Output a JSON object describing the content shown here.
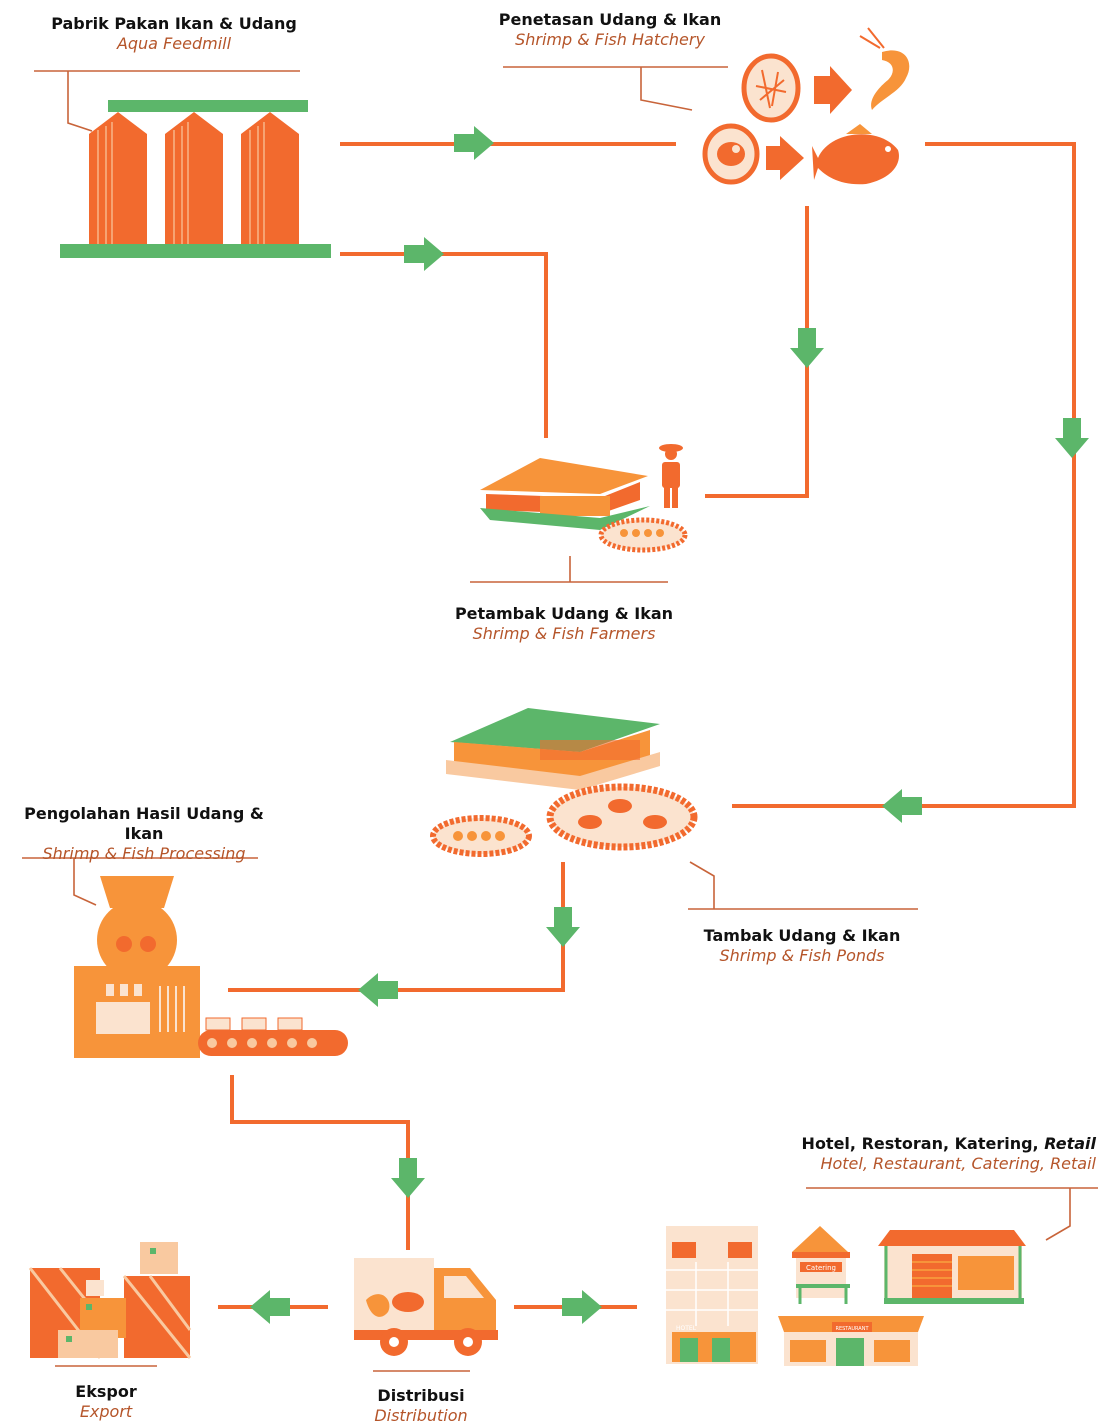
{
  "nodes": {
    "feedmill": {
      "title": "Pabrik Pakan Ikan & Udang",
      "subtitle": "Aqua Feedmill"
    },
    "hatchery": {
      "title": "Penetasan Udang & Ikan",
      "subtitle": "Shrimp & Fish Hatchery"
    },
    "farmers": {
      "title": "Petambak Udang & Ikan",
      "subtitle": "Shrimp & Fish Farmers"
    },
    "ponds": {
      "title": "Tambak Udang & Ikan",
      "subtitle": "Shrimp & Fish Ponds"
    },
    "processing": {
      "title": "Pengolahan Hasil Udang & Ikan",
      "subtitle": "Shrimp & Fish Processing"
    },
    "horeca": {
      "title": "Hotel, Restoran, Katering,",
      "title_italic": "Retail",
      "subtitle": "Hotel, Restaurant, Catering, Retail"
    },
    "export": {
      "title": "Ekspor",
      "subtitle": "Export"
    },
    "distribution": {
      "title": "Distribusi",
      "subtitle": "Distribution"
    }
  },
  "signs": {
    "catering": "Catering",
    "restaurant": "RESTAURANT",
    "hotel": "HOTEL"
  },
  "colors": {
    "orange": "#f26a2e",
    "light_orange": "#f7943a",
    "green": "#5cb66a",
    "peach": "#f9c9a0",
    "cream": "#fbe3cf"
  }
}
